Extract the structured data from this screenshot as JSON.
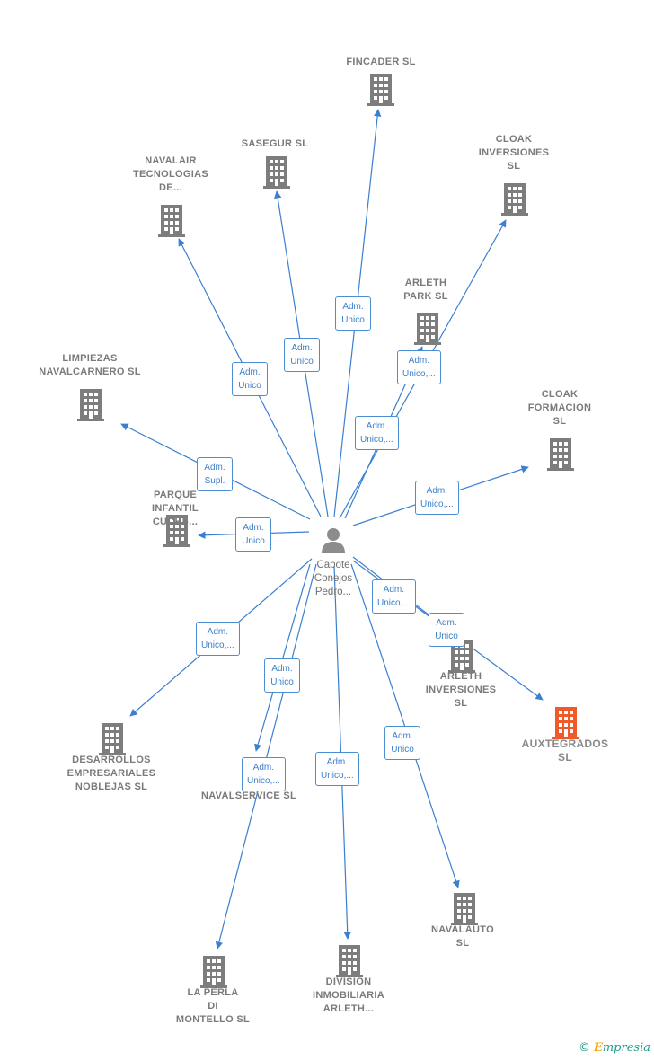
{
  "colors": {
    "edge": "#3a7fd0",
    "building": "#7d7d7d",
    "highlight": "#f05a28",
    "person": "#8c8c8c",
    "label": "#7a7a7a",
    "brand": "#1d9d8e",
    "brand_accent": "#f2a21c"
  },
  "center": {
    "label": "Capote\nConejos\nPedro..."
  },
  "companies": [
    {
      "id": "fincader",
      "label": "FINCADER  SL"
    },
    {
      "id": "sasegur",
      "label": "SASEGUR SL"
    },
    {
      "id": "navalair",
      "label": "NAVALAIR\nTECNOLOGIAS\nDE..."
    },
    {
      "id": "cloak-inversiones",
      "label": "CLOAK\nINVERSIONES\nSL"
    },
    {
      "id": "arleth-park",
      "label": "ARLETH\nPARK  SL"
    },
    {
      "id": "limpiezas",
      "label": "LIMPIEZAS\nNAVALCARNERO SL"
    },
    {
      "id": "cloak-formacion",
      "label": "CLOAK\nFORMACION\nSL"
    },
    {
      "id": "parque-infantil",
      "label": "PARQUE\nINFANTIL\nCUCHI-..."
    },
    {
      "id": "arleth-inversiones",
      "label": "ARLETH\nINVERSIONES\nSL"
    },
    {
      "id": "auxtegrados",
      "label": "AUXTEGRADOS\nSL",
      "highlight": true
    },
    {
      "id": "desarrollos",
      "label": "DESARROLLOS\nEMPRESARIALES\nNOBLEJAS SL"
    },
    {
      "id": "navalservice",
      "label": "NAVALSERVICE SL"
    },
    {
      "id": "navalauto",
      "label": "NAVALAUTO\nSL"
    },
    {
      "id": "la-perla",
      "label": "LA PERLA\nDI\nMONTELLO  SL"
    },
    {
      "id": "division",
      "label": "DIVISION\nINMOBILIARIA\nARLETH..."
    }
  ],
  "relations": [
    {
      "to": "fincader",
      "label": "Adm.\nUnico"
    },
    {
      "to": "sasegur",
      "label": "Adm.\nUnico"
    },
    {
      "to": "navalair",
      "label": "Adm.\nUnico"
    },
    {
      "to": "cloak-inversiones",
      "label": "Adm.\nUnico,..."
    },
    {
      "to": "arleth-park",
      "label": "Adm.\nUnico,..."
    },
    {
      "to": "limpiezas",
      "label": "Adm.\nSupl."
    },
    {
      "to": "cloak-formacion",
      "label": "Adm.\nUnico,..."
    },
    {
      "to": "parque-infantil",
      "label": "Adm.\nUnico"
    },
    {
      "to": "arleth-inversiones",
      "label": "Adm.\nUnico,..."
    },
    {
      "to": "auxtegrados",
      "label": "Adm.\nUnico"
    },
    {
      "to": "desarrollos",
      "label": "Adm.\nUnico,..."
    },
    {
      "to": "navalservice",
      "label": "Adm.\nUnico"
    },
    {
      "to": "navalauto",
      "label": "Adm.\nUnico"
    },
    {
      "to": "la-perla",
      "label": "Adm.\nUnico,..."
    },
    {
      "to": "division",
      "label": "Adm.\nUnico,..."
    }
  ],
  "brand": {
    "copyright": "©",
    "initial": "E",
    "name": "mpresia"
  }
}
